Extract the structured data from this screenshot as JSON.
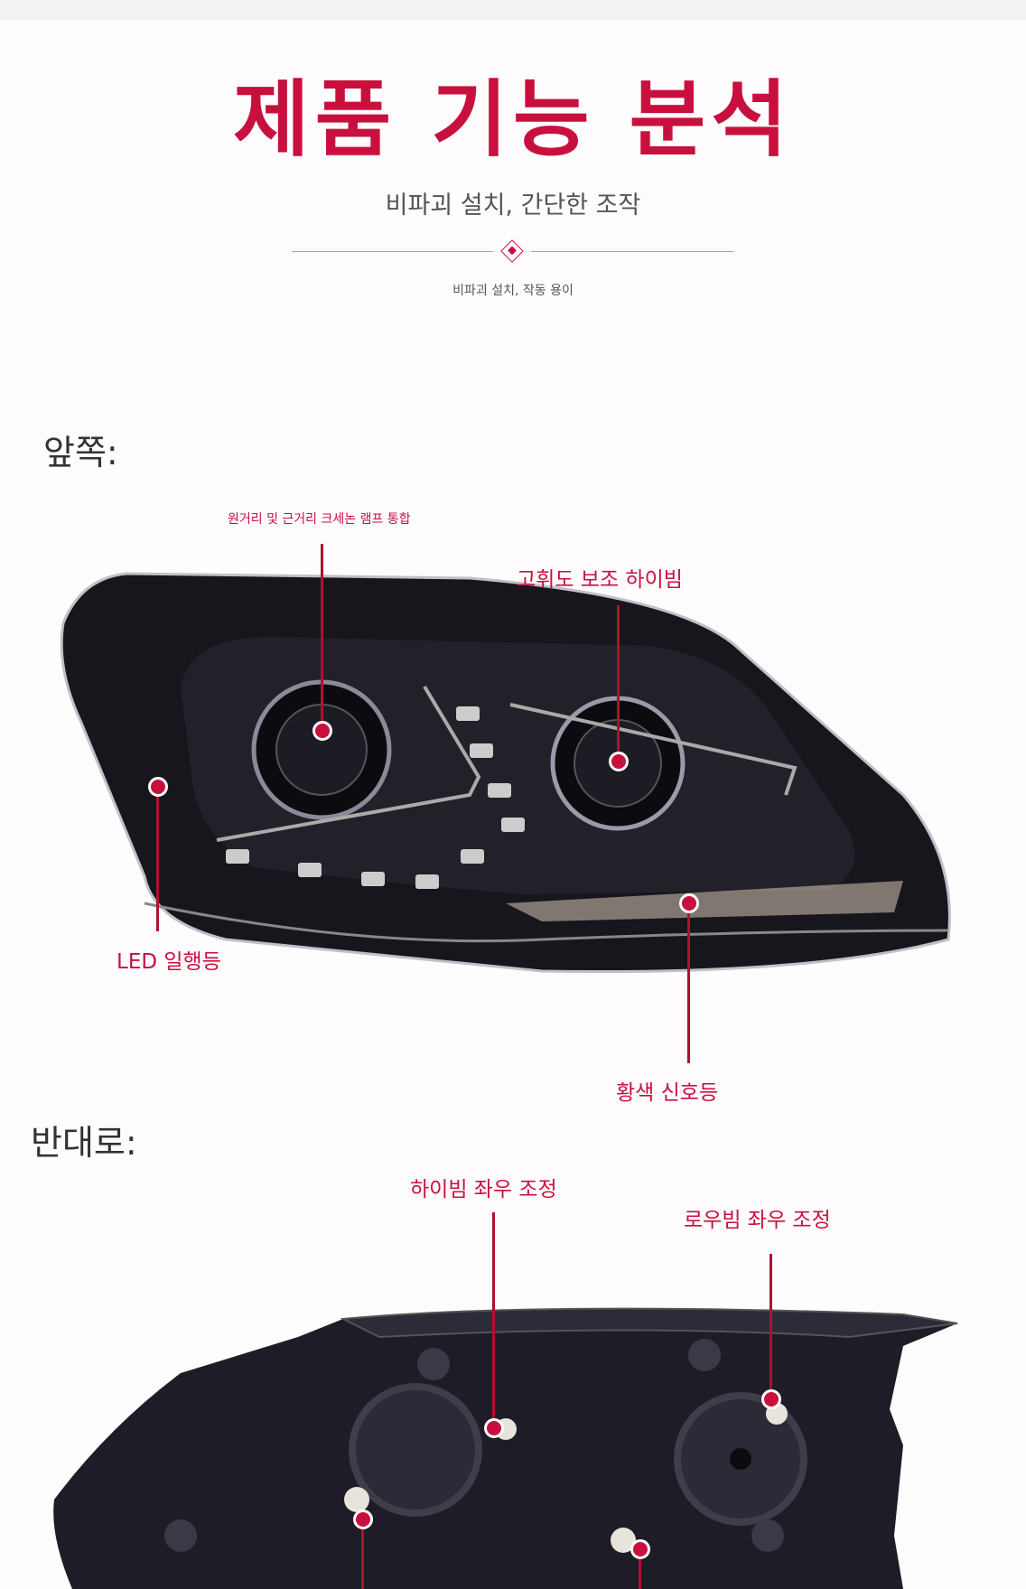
{
  "title": "제품 기능 분석",
  "subtitle": "비파괴 설치, 간단한 조작",
  "caption": "비파괴 설치, 작동 용이",
  "front": {
    "heading": "앞쪽:",
    "labels": {
      "xenon": "원거리 및 근거리 크세논 램프 통합",
      "high_beam": "고휘도 보조 하이빔",
      "drl": "LED 일행등",
      "turn_signal": "황색 신호등"
    }
  },
  "back": {
    "heading": "반대로:",
    "labels": {
      "high_adjust": "하이빔 좌우 조정",
      "low_adjust": "로우빔 좌우 조정"
    }
  },
  "colors": {
    "accent": "#c8103e",
    "text": "#555555"
  }
}
